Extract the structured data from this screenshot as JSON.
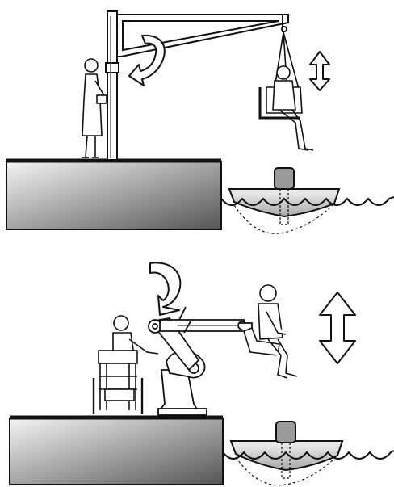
{
  "figure": {
    "panels": [
      {
        "id": "top",
        "lift_type": "pillar jib crane lift",
        "icons": [
          "rotation-arrow-icon",
          "vertical-arrow-icon"
        ],
        "people": [
          "standing-operator",
          "seated-passenger-in-sling"
        ]
      },
      {
        "id": "bottom",
        "lift_type": "articulated arm lift",
        "icons": [
          "rotation-arrow-icon",
          "vertical-arrow-icon"
        ],
        "people": [
          "person-in-wheelchair",
          "seated-passenger-on-seat"
        ]
      }
    ],
    "colors": {
      "ink": "#111111",
      "dock_gradient_light": "#f4f4f4",
      "dock_gradient_dark": "#555555",
      "boat_hull_light": "#f2f2f2",
      "boat_hull_dark": "#a9a9a9",
      "motor": "#9a9a9a"
    }
  }
}
